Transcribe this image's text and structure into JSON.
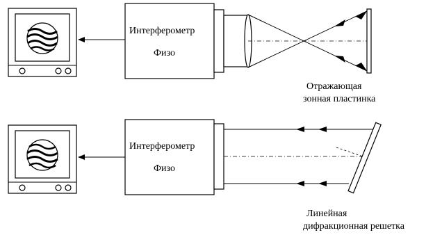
{
  "top_setup": {
    "interferometer_line1": "Интерферометр",
    "interferometer_line2": "Физо",
    "element_label_line1": "Отражающая",
    "element_label_line2": "зонная пластинка"
  },
  "bottom_setup": {
    "interferometer_line1": "Интерферометр",
    "interferometer_line2": "Физо",
    "element_label_line1": "Линейная",
    "element_label_line2": "дифракционная решетка"
  }
}
